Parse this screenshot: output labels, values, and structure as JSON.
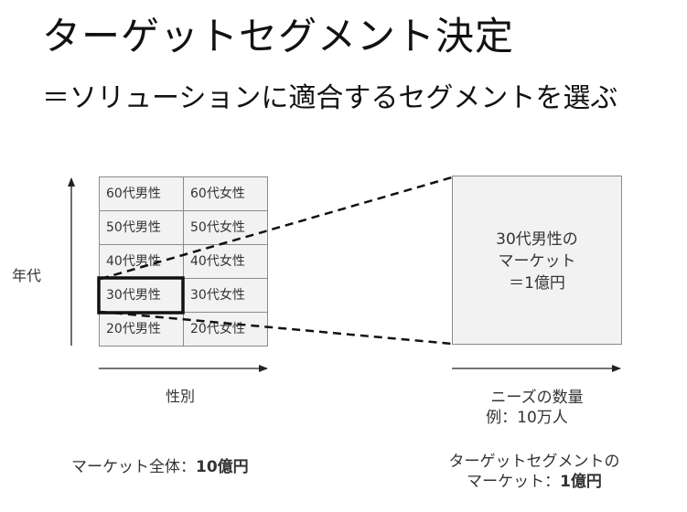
{
  "title": "ターゲットセグメント決定",
  "subtitle": "＝ソリューションに適合するセグメントを選ぶ",
  "grid": {
    "rows": [
      [
        "60代男性",
        "60代女性"
      ],
      [
        "50代男性",
        "50代女性"
      ],
      [
        "40代男性",
        "40代女性"
      ],
      [
        "30代男性",
        "30代女性"
      ],
      [
        "20代男性",
        "20代女性"
      ]
    ],
    "highlighted": "30代男性"
  },
  "y_axis_label": "年代",
  "x_axis_label": "性別",
  "detail_box": {
    "line1": "30代男性の",
    "line2": "マーケット",
    "line3": "＝1億円"
  },
  "detail_axis": {
    "line1": "ニーズの数量",
    "line2": "例：10万人"
  },
  "total_market": {
    "prefix": "マーケット全体：",
    "value": "10億円"
  },
  "target_market": {
    "line1": "ターゲットセグメントの",
    "prefix": "マーケット：",
    "value": "1億円"
  }
}
